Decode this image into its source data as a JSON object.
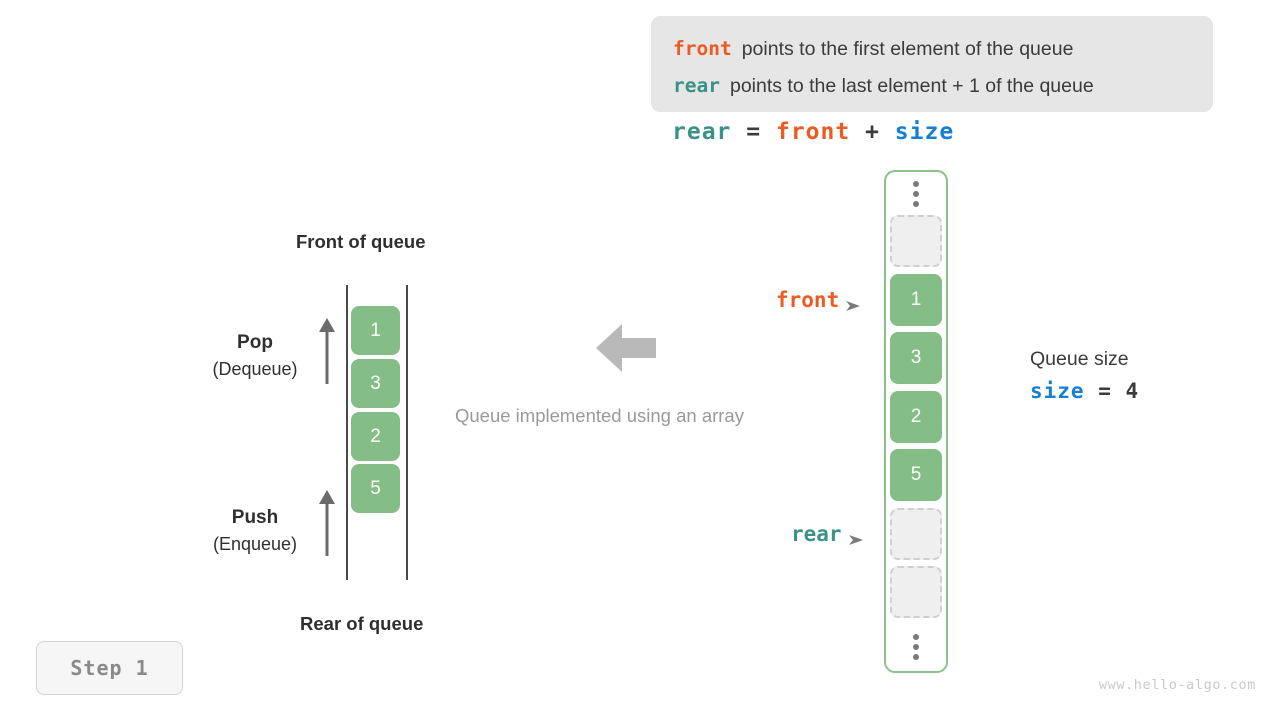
{
  "banner": {
    "lines": [
      {
        "keyword": "front",
        "keyword_color": "#ec5b21",
        "description": "points to the first element of the queue"
      },
      {
        "keyword": "rear",
        "keyword_color": "#3a9287",
        "description": "points to the last element + 1 of the queue"
      }
    ]
  },
  "formula": {
    "lhs": "rear",
    "equals": "=",
    "rhs1": "front",
    "plus": "+",
    "rhs2": "size"
  },
  "left_queue": {
    "front_label": "Front of queue",
    "rear_label": "Rear of queue",
    "cells": [
      "1",
      "3",
      "2",
      "5"
    ],
    "pop": {
      "title": "Pop",
      "subtitle": "(Dequeue)"
    },
    "push": {
      "title": "Push",
      "subtitle": "(Enqueue)"
    }
  },
  "center": {
    "caption": "Queue implemented using an array",
    "arrow_direction": "left"
  },
  "array": {
    "slots": [
      {
        "type": "ellipsis"
      },
      {
        "type": "empty",
        "value": ""
      },
      {
        "type": "filled",
        "value": "1"
      },
      {
        "type": "filled",
        "value": "3"
      },
      {
        "type": "filled",
        "value": "2"
      },
      {
        "type": "filled",
        "value": "5"
      },
      {
        "type": "empty",
        "value": ""
      },
      {
        "type": "empty",
        "value": ""
      },
      {
        "type": "ellipsis"
      }
    ],
    "pointers": {
      "front": "front",
      "rear": "rear"
    }
  },
  "size_info": {
    "title": "Queue size",
    "var": "size",
    "equals": "=",
    "value": "4"
  },
  "step_badge": "Step 1",
  "watermark": "www.hello-algo.com",
  "colors": {
    "front": "#ec5b21",
    "rear": "#3a9287",
    "size": "#1580d2",
    "cell_fill": "#84bd85",
    "empty_fill": "#efefef",
    "array_border": "#8dc28d",
    "banner_bg": "#e6e6e6",
    "muted_text": "#9a9a9a"
  }
}
